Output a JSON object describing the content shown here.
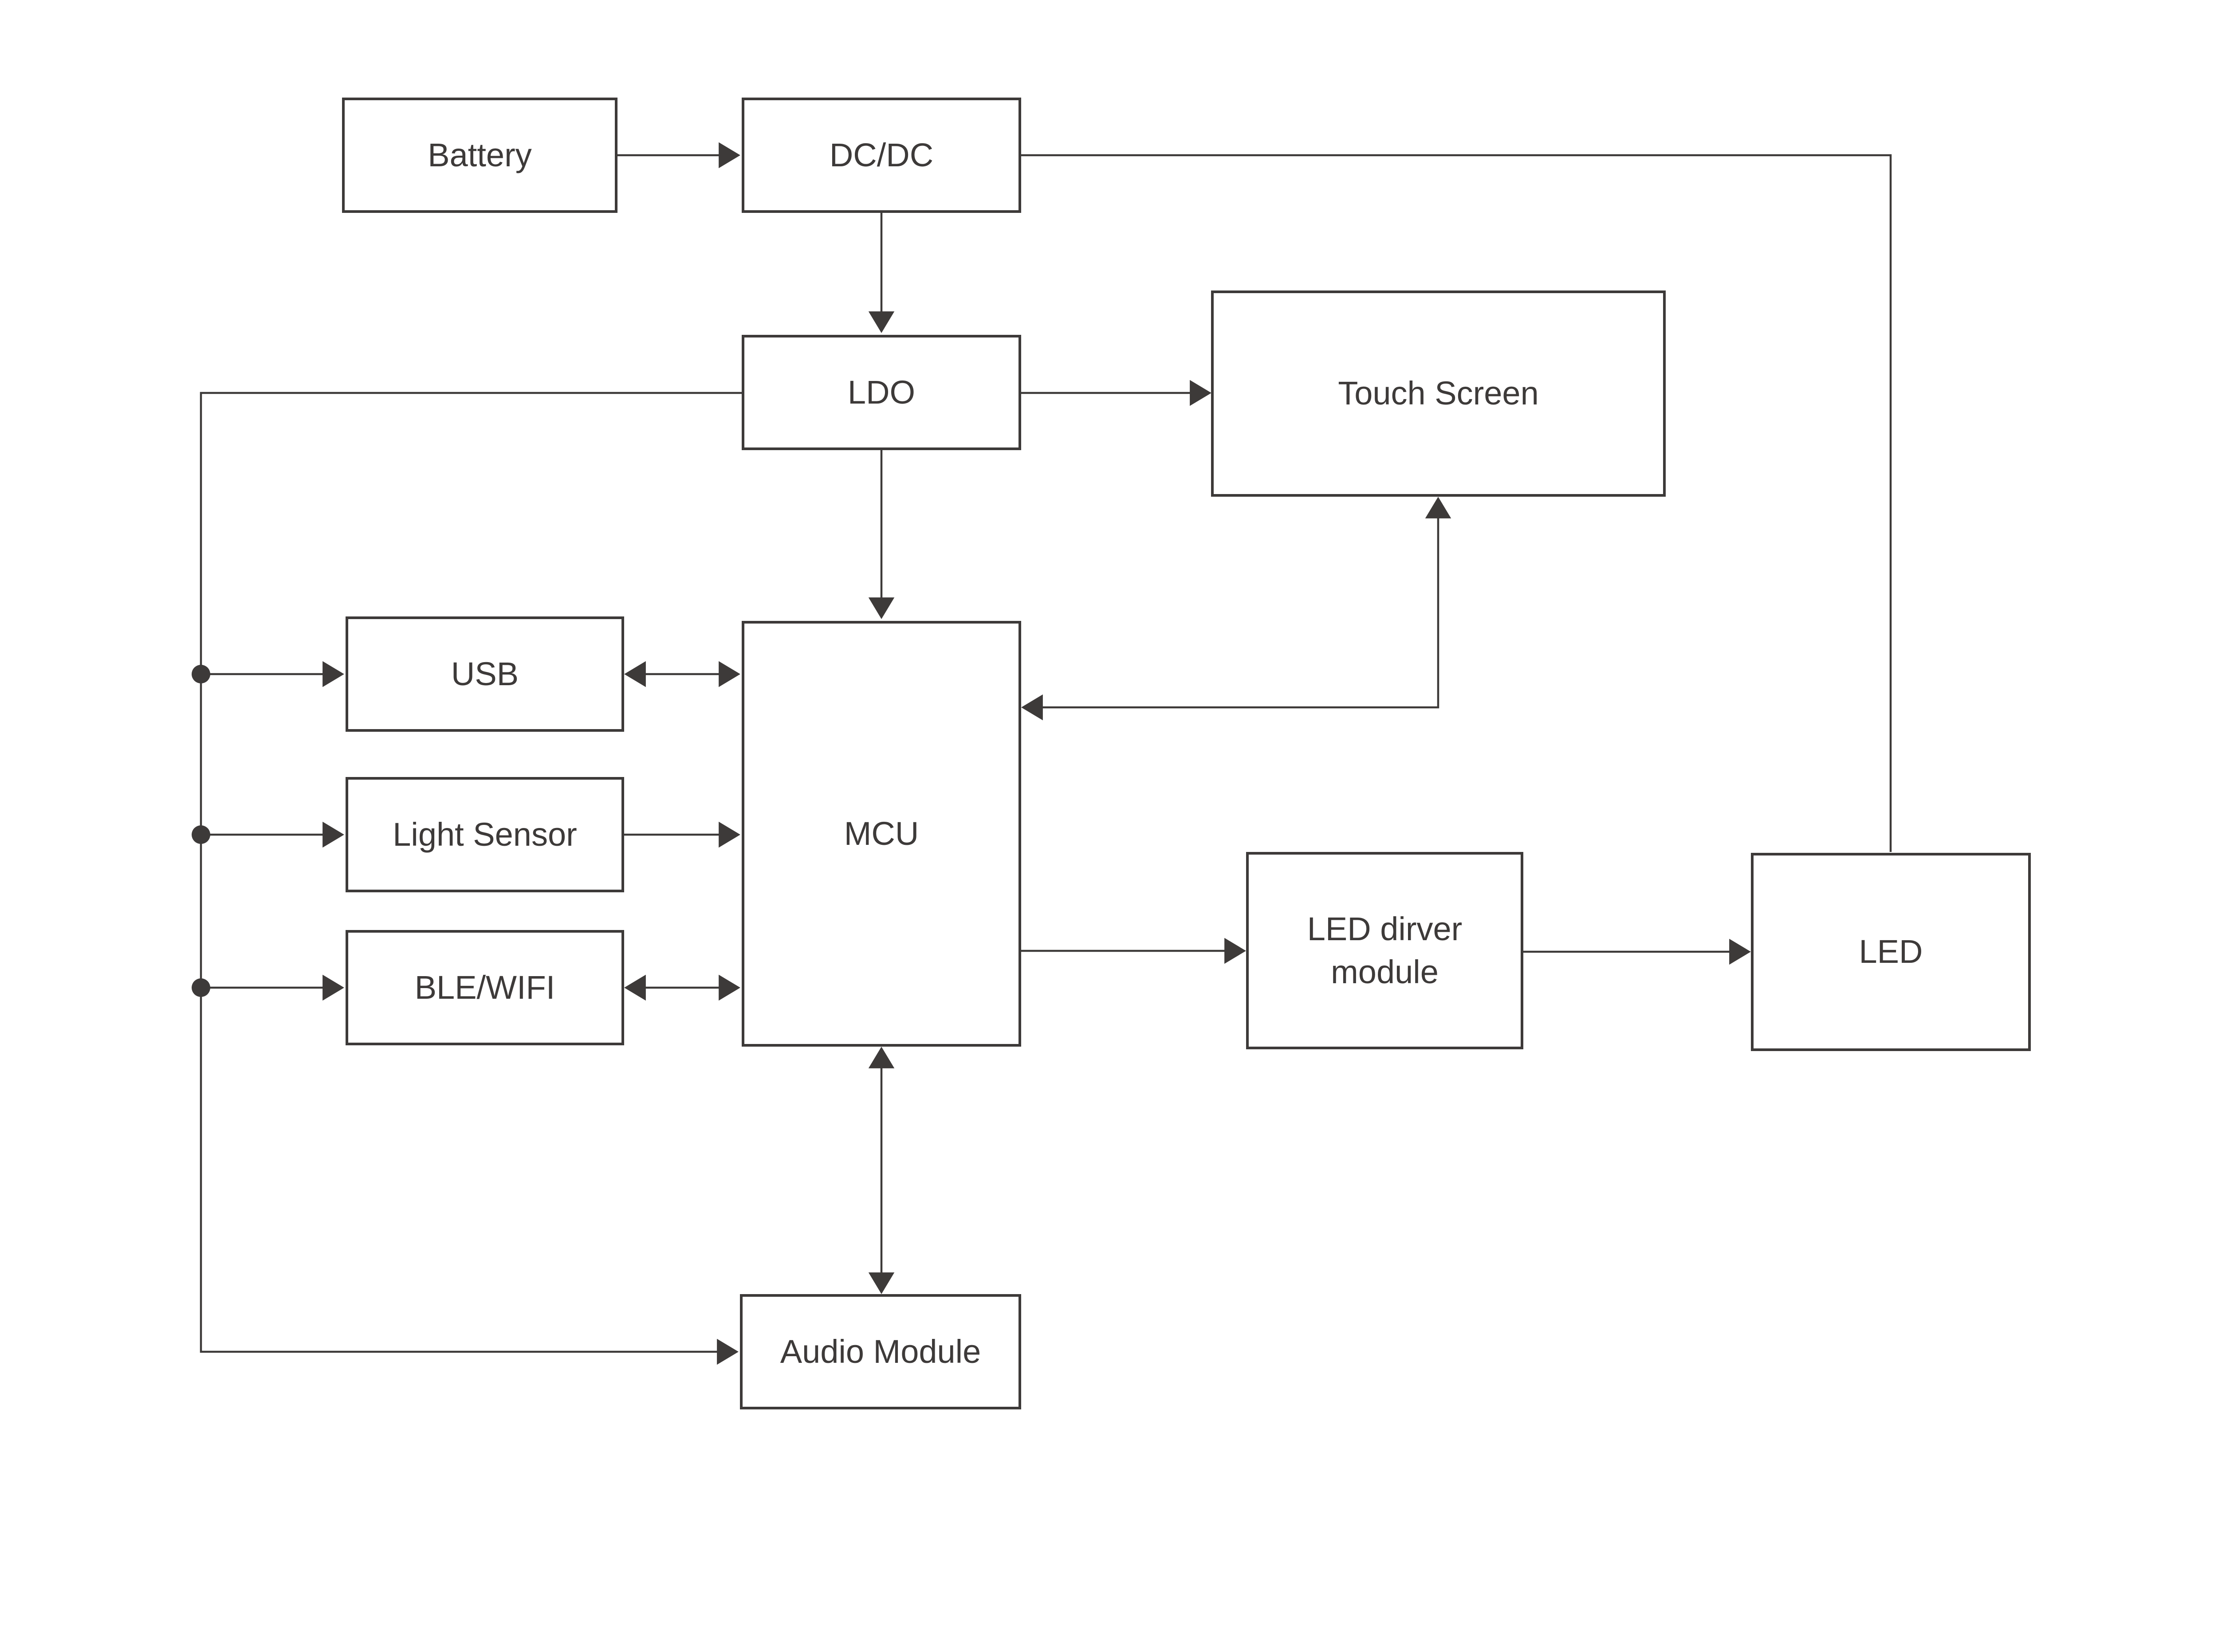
{
  "diagram": {
    "type": "block-diagram",
    "background_color": "#ffffff",
    "line_color": "#3d3a39",
    "text_color": "#3d3a39",
    "nodes": [
      {
        "id": "battery",
        "label": "Battery"
      },
      {
        "id": "dcdc",
        "label": "DC/DC"
      },
      {
        "id": "ldo",
        "label": "LDO"
      },
      {
        "id": "touch-screen",
        "label": "Touch Screen"
      },
      {
        "id": "usb",
        "label": "USB"
      },
      {
        "id": "light-sensor",
        "label": "Light Sensor"
      },
      {
        "id": "ble-wifi",
        "label": "BLE/WIFI"
      },
      {
        "id": "mcu",
        "label": "MCU"
      },
      {
        "id": "led-driver",
        "label": "LED dirver module"
      },
      {
        "id": "led",
        "label": "LED"
      },
      {
        "id": "audio-module",
        "label": "Audio Module"
      }
    ],
    "edges": [
      {
        "from": "battery",
        "to": "dcdc",
        "arrows": "forward"
      },
      {
        "from": "dcdc",
        "to": "ldo",
        "arrows": "forward"
      },
      {
        "from": "dcdc",
        "to": "led",
        "arrows": "none",
        "route": "top-right-down-into-led-top"
      },
      {
        "from": "ldo",
        "to": "touch-screen",
        "arrows": "forward"
      },
      {
        "from": "ldo",
        "to": "mcu",
        "arrows": "forward"
      },
      {
        "from": "ldo",
        "to": "audio-module",
        "arrows": "forward",
        "route": "left-rail-with-junction-dots"
      },
      {
        "from": "left-rail",
        "to": "usb",
        "arrows": "forward"
      },
      {
        "from": "left-rail",
        "to": "light-sensor",
        "arrows": "forward"
      },
      {
        "from": "left-rail",
        "to": "ble-wifi",
        "arrows": "forward"
      },
      {
        "from": "usb",
        "to": "mcu",
        "arrows": "both"
      },
      {
        "from": "light-sensor",
        "to": "mcu",
        "arrows": "forward"
      },
      {
        "from": "ble-wifi",
        "to": "mcu",
        "arrows": "both"
      },
      {
        "from": "mcu",
        "to": "touch-screen",
        "arrows": "both"
      },
      {
        "from": "mcu",
        "to": "led-driver",
        "arrows": "forward"
      },
      {
        "from": "led-driver",
        "to": "led",
        "arrows": "forward"
      },
      {
        "from": "mcu",
        "to": "audio-module",
        "arrows": "both"
      }
    ],
    "junction_dots": 3
  }
}
